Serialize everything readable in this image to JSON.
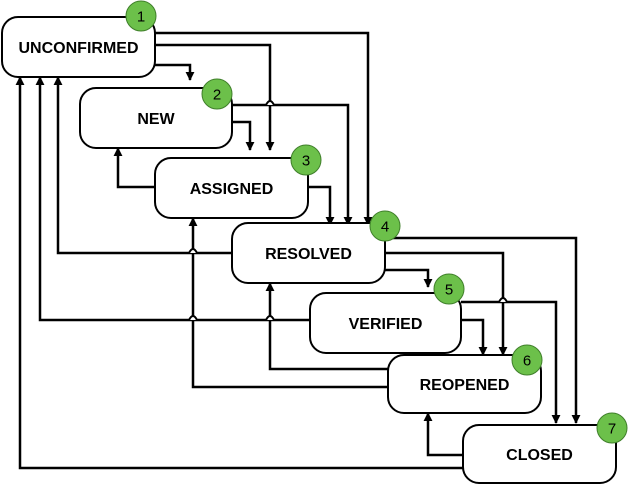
{
  "states": [
    {
      "id": "unconfirmed",
      "label": "UNCONFIRMED",
      "number": "1"
    },
    {
      "id": "new",
      "label": "NEW",
      "number": "2"
    },
    {
      "id": "assigned",
      "label": "ASSIGNED",
      "number": "3"
    },
    {
      "id": "resolved",
      "label": "RESOLVED",
      "number": "4"
    },
    {
      "id": "verified",
      "label": "VERIFIED",
      "number": "5"
    },
    {
      "id": "reopened",
      "label": "REOPENED",
      "number": "6"
    },
    {
      "id": "closed",
      "label": "CLOSED",
      "number": "7"
    }
  ],
  "transitions": [
    {
      "from": "unconfirmed",
      "to": "new"
    },
    {
      "from": "unconfirmed",
      "to": "assigned"
    },
    {
      "from": "unconfirmed",
      "to": "resolved"
    },
    {
      "from": "new",
      "to": "assigned"
    },
    {
      "from": "new",
      "to": "resolved"
    },
    {
      "from": "assigned",
      "to": "resolved"
    },
    {
      "from": "assigned",
      "to": "new"
    },
    {
      "from": "resolved",
      "to": "verified"
    },
    {
      "from": "resolved",
      "to": "reopened"
    },
    {
      "from": "resolved",
      "to": "closed"
    },
    {
      "from": "resolved",
      "to": "unconfirmed"
    },
    {
      "from": "verified",
      "to": "reopened"
    },
    {
      "from": "verified",
      "to": "closed"
    },
    {
      "from": "verified",
      "to": "unconfirmed"
    },
    {
      "from": "reopened",
      "to": "resolved"
    },
    {
      "from": "reopened",
      "to": "assigned"
    },
    {
      "from": "closed",
      "to": "reopened"
    },
    {
      "from": "closed",
      "to": "unconfirmed"
    }
  ],
  "colors": {
    "badge": "#6cc04a",
    "line": "#000000",
    "box": "#ffffff"
  }
}
